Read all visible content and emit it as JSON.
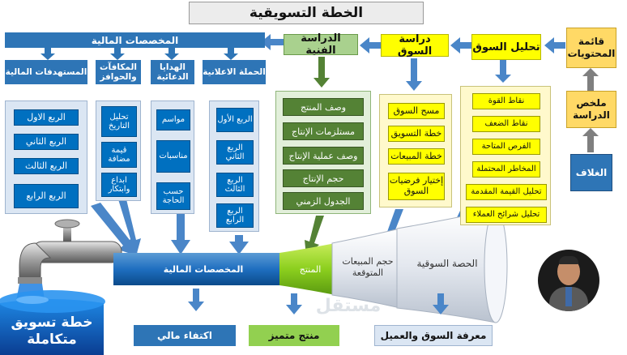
{
  "title": "الخطة التسويقية",
  "headers": {
    "financial_allocations": "المخصصات المالية",
    "technical_study": "الدراسة الفنية",
    "market_study": "دراسة السوق",
    "market_analysis": "تحليل السوق",
    "contents": "قائمة المحتويات",
    "summary": "ملخص الدراسة",
    "cover": "الغلاف"
  },
  "sub_headers": {
    "targets": "المستهدفات المالية",
    "rewards": "المكافآت والحوافز",
    "gifts": "الهدايا الدعائية",
    "campaign": "الحملة الاعلانية"
  },
  "targets_items": [
    "الربع الاول",
    "الربع الثاني",
    "الربع الثالث",
    "الربع الرابع"
  ],
  "rewards_items": [
    "تحليل التاريخ",
    "قيمة مضافة",
    "ابداع وابتكار"
  ],
  "gifts_items": [
    "مواسم",
    "مناسبات",
    "حسب الحاجة"
  ],
  "campaign_items": [
    "الربع الأول",
    "الربع الثاني",
    "الربع الثالث",
    "الربع الرابع"
  ],
  "technical_items": [
    "وصف المنتج",
    "مستلزمات الإنتاج",
    "وصف عملية الإنتاج",
    "حجم الإنتاج",
    "الجدول الزمني"
  ],
  "market_study_items": [
    "مسح السوق",
    "خطة التسويق",
    "خطة المبيعات",
    "إختيار فرضيات السوق"
  ],
  "analysis_items": [
    "نقاط القوة",
    "نقاط الضعف",
    "الفرص المتاحة",
    "المخاطر المحتملة",
    "تحليل القيمة المقدمة",
    "تحليل شرائح العملاء"
  ],
  "pipe": {
    "allocations": "المخصصات المالية",
    "product": "المنتج",
    "expected_sales": "حجم المبيعات المتوقعة",
    "market_share": "الحصة السوقية"
  },
  "outputs": {
    "financial": "اكتفاء مالي",
    "product": "منتج متميز",
    "market": "معرفة السوق والعميل"
  },
  "tank_label": "خطة تسويق متكاملة",
  "watermark": "مستقل",
  "colors": {
    "blue": "#2e75b6",
    "dark_blue": "#0070c0",
    "green": "#a9d18e",
    "dark_green": "#548235",
    "yellow": "#ffff00",
    "orange": "#ffd966"
  }
}
